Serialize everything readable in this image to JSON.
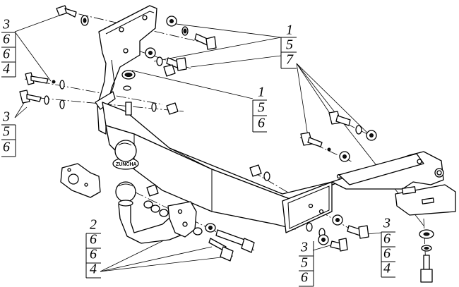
{
  "callouts": [
    {
      "id": "bolt-top-left",
      "items": [
        "3",
        "6",
        "6",
        "4"
      ]
    },
    {
      "id": "bolt-mid-left",
      "items": [
        "3",
        "5",
        "6"
      ]
    },
    {
      "id": "nut-top-right",
      "items": [
        "1",
        "5",
        "7"
      ]
    },
    {
      "id": "nut-center",
      "items": [
        "1",
        "5",
        "6"
      ]
    },
    {
      "id": "ball-mount",
      "items": [
        "2",
        "6",
        "6",
        "4"
      ]
    },
    {
      "id": "bolt-bottom-center",
      "items": [
        "3",
        "5",
        "6"
      ]
    },
    {
      "id": "bolt-bottom-right",
      "items": [
        "3",
        "6",
        "6",
        "4"
      ]
    }
  ],
  "parts": {
    "ball_label": "ZUNCHA"
  },
  "colors": {
    "line": "#000000",
    "background": "#ffffff"
  }
}
